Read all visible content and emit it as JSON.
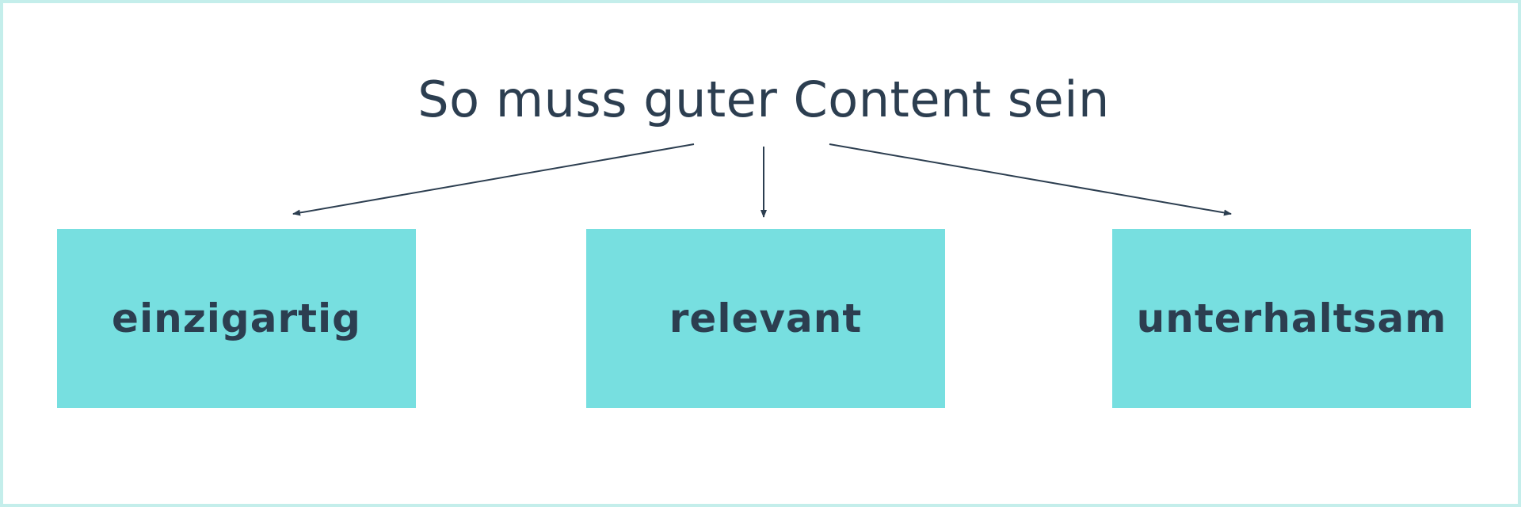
{
  "diagram": {
    "title": "So muss guter Content sein",
    "boxes": [
      {
        "label": "einzigartig"
      },
      {
        "label": "relevant"
      },
      {
        "label": "unterhaltsam"
      }
    ],
    "colors": {
      "box_fill": "#77dfe0",
      "text": "#2c3e50",
      "arrow": "#2c3e50",
      "frame": "#c4eeeb",
      "background": "#ffffff"
    }
  }
}
